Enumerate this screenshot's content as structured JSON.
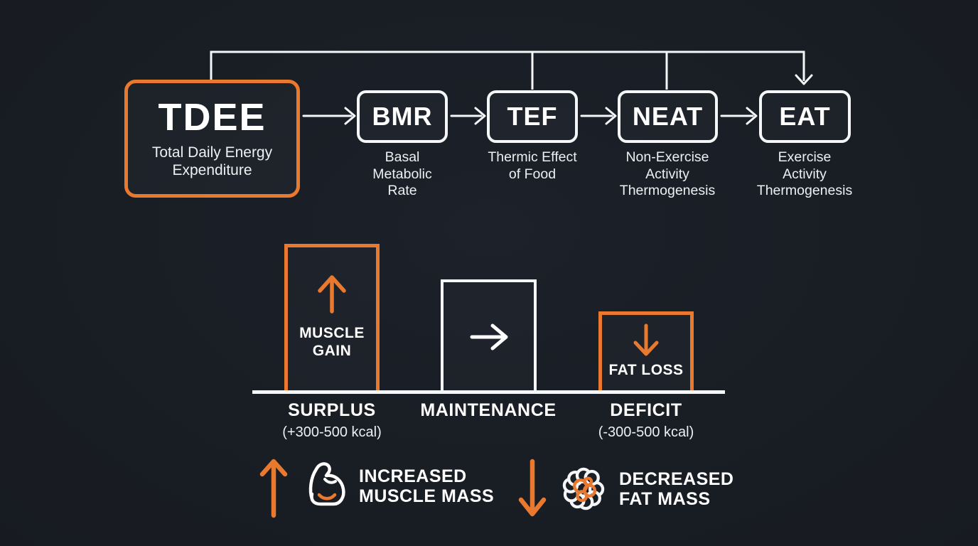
{
  "colors": {
    "background": "#1A1E25",
    "accent_orange": "#E8792E",
    "line_white": "#F5F6F7",
    "text_white": "#FFFFFF"
  },
  "flow_diagram": {
    "main_box": {
      "abbr": "TDEE",
      "desc_lines": [
        "Total Daily Energy",
        "Expenditure"
      ]
    },
    "component_boxes": [
      {
        "abbr": "BMR",
        "desc_lines": [
          "Basal",
          "Metabolic",
          "Rate"
        ]
      },
      {
        "abbr": "TEF",
        "desc_lines": [
          "Thermic Effect",
          "of Food"
        ]
      },
      {
        "abbr": "NEAT",
        "desc_lines": [
          "Non-Exercise",
          "Activity",
          "Thermogenesis"
        ]
      },
      {
        "abbr": "EAT",
        "desc_lines": [
          "Exercise",
          "Activity",
          "Thermogenesis"
        ]
      }
    ]
  },
  "energy_balance_chart": {
    "bars": [
      {
        "name": "surplus",
        "label": "SURPLUS",
        "range": "(+300-500 kcal)",
        "inner_lines": [
          "MUSCLE",
          "GAIN"
        ],
        "arrow_direction": "up",
        "border_color": "#E8792E",
        "relative_height": "tall"
      },
      {
        "name": "maintenance",
        "label": "MAINTENANCE",
        "inner_lines": [],
        "arrow_direction": "right",
        "border_color": "#F5F6F7",
        "relative_height": "medium"
      },
      {
        "name": "deficit",
        "label": "DEFICIT",
        "range": "(-300-500 kcal)",
        "inner_lines": [
          "FAT LOSS"
        ],
        "arrow_direction": "down",
        "border_color": "#E8792E",
        "relative_height": "short"
      }
    ]
  },
  "legend": {
    "items": [
      {
        "icon": "bicep-icon",
        "arrow_direction": "up",
        "label_lines": [
          "INCREASED",
          "MUSCLE MASS"
        ]
      },
      {
        "icon": "fat-cell-icon",
        "arrow_direction": "down",
        "label_lines": [
          "DECREASED",
          "FAT MASS"
        ]
      }
    ]
  }
}
